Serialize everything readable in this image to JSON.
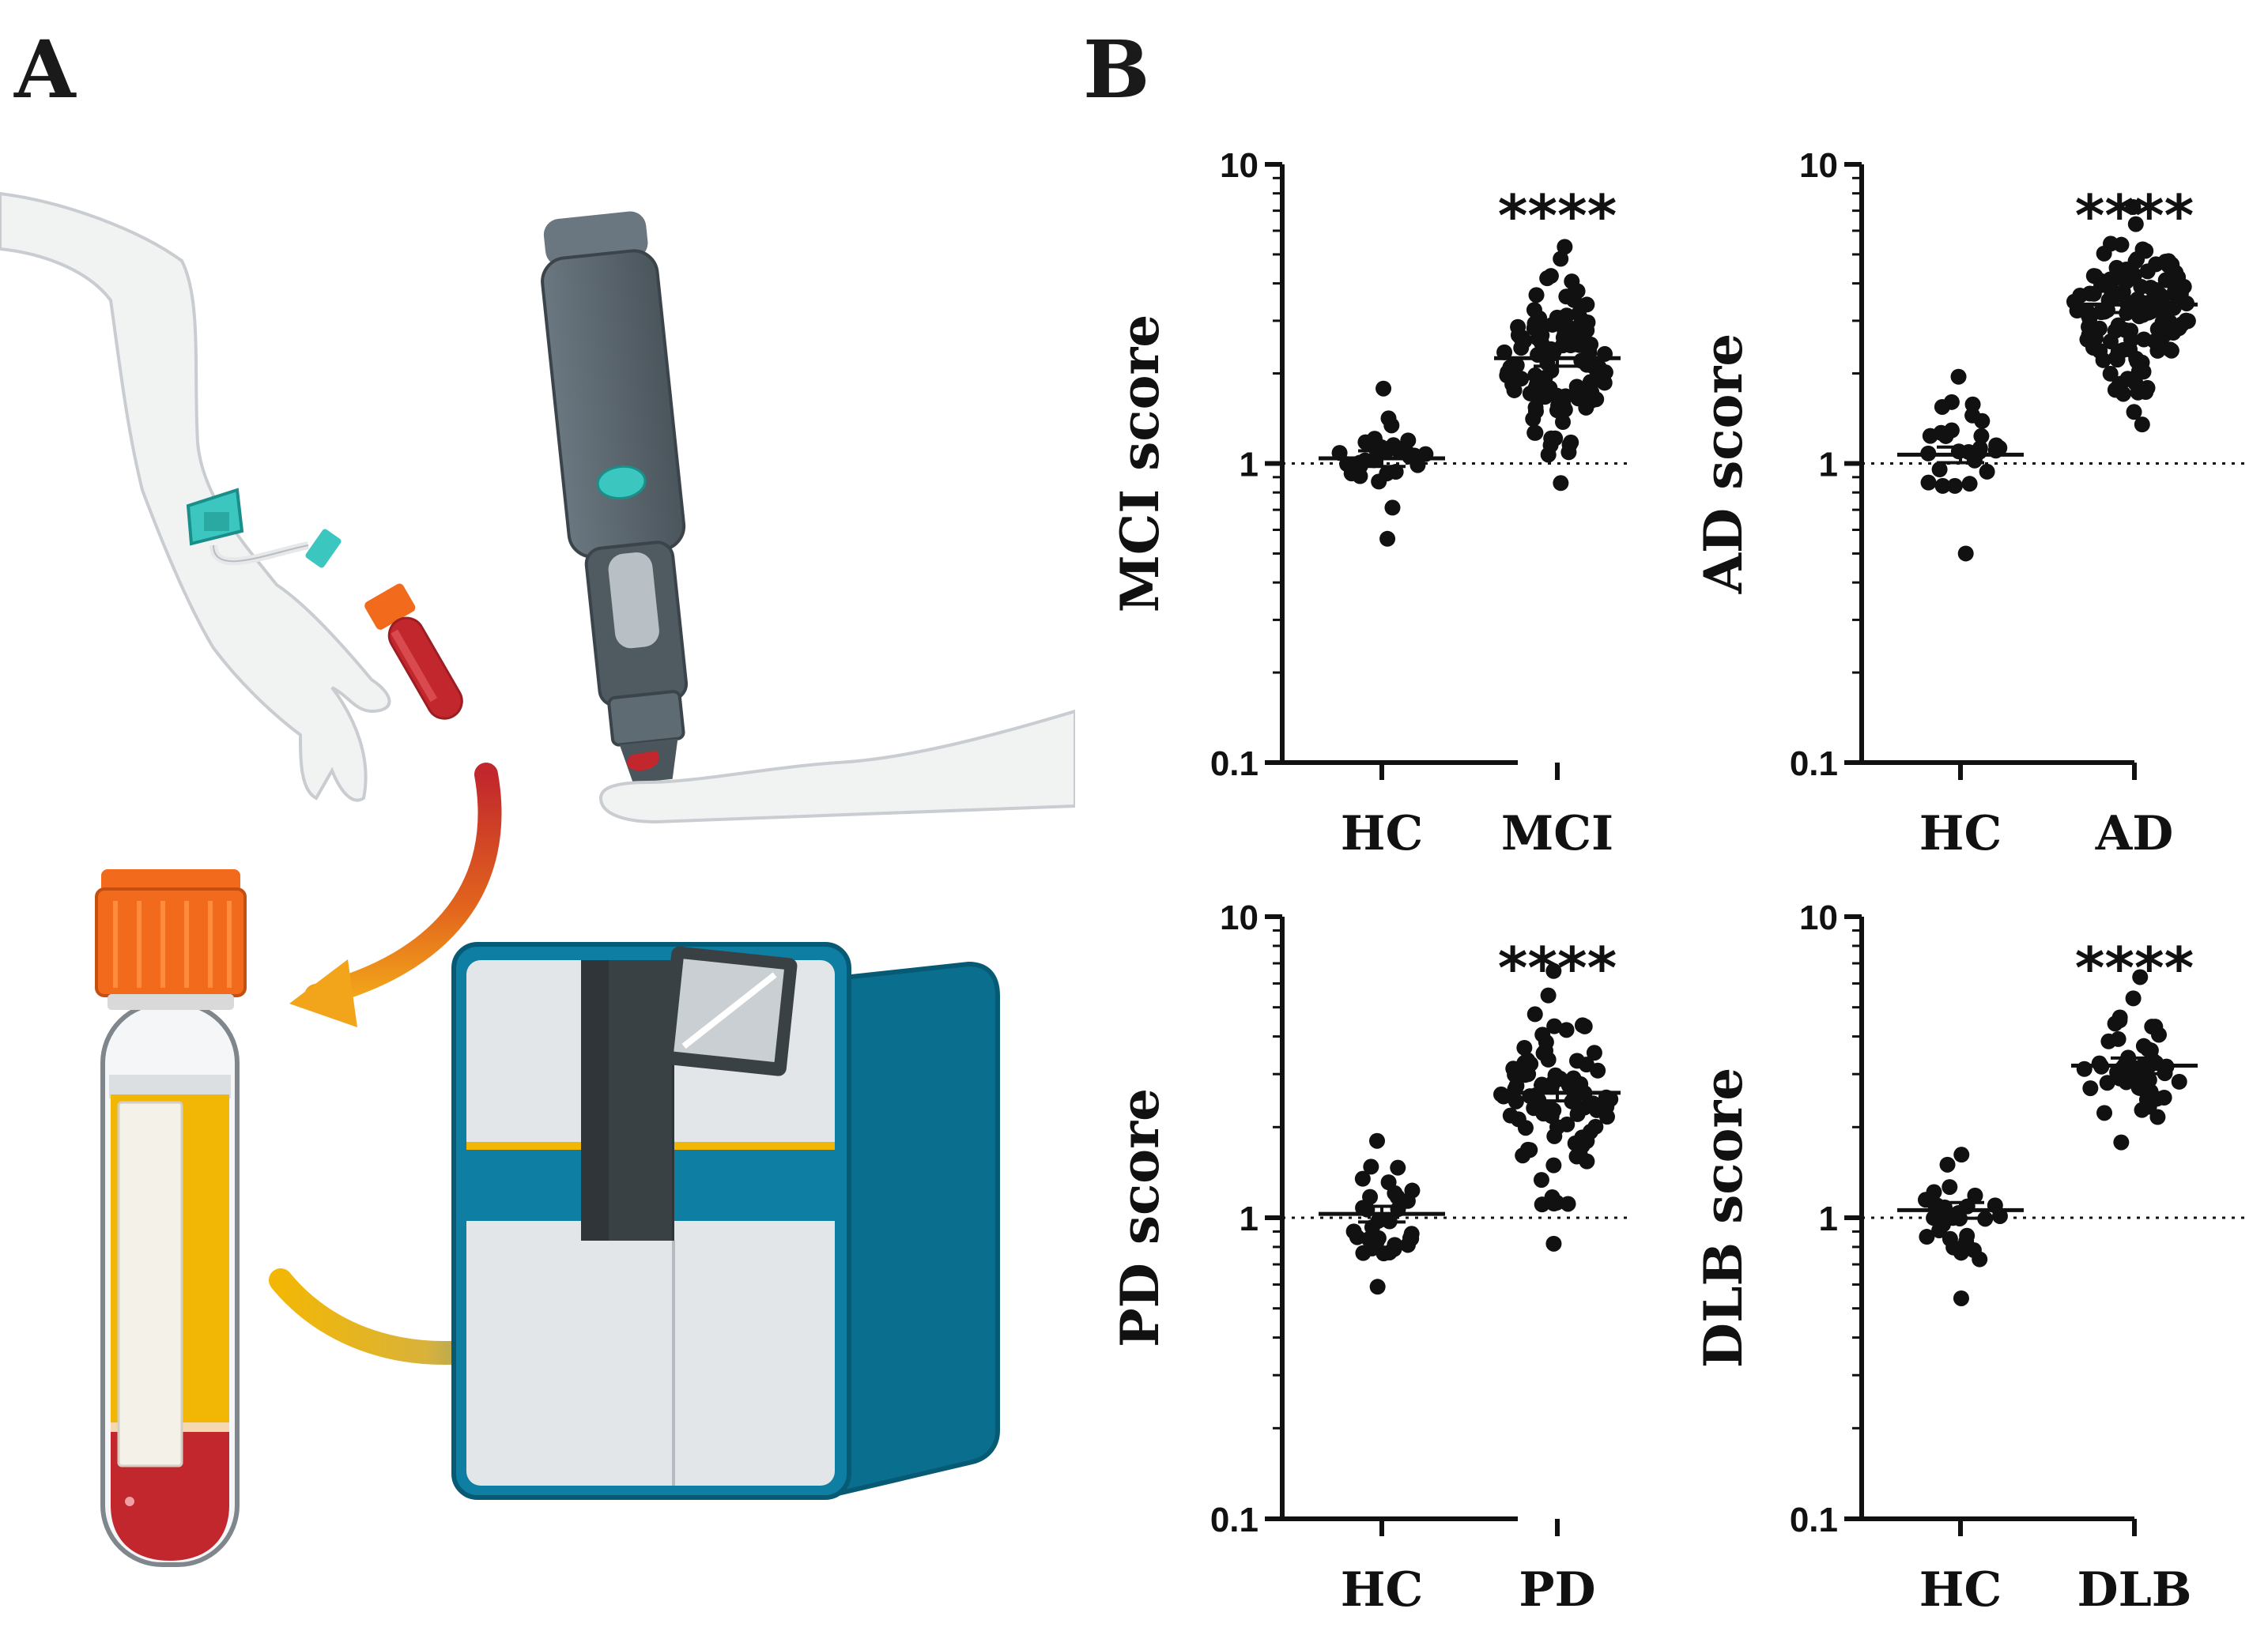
{
  "panels": {
    "a_label": "A",
    "b_label": "B"
  },
  "illustration": {
    "icons": [
      "arm-venipuncture-icon",
      "lancet-pen-icon",
      "finger-blood-drop-icon",
      "blood-tube-icon",
      "curved-arrow-icon",
      "analyzer-machine-icon"
    ]
  },
  "colors": {
    "skin": "#f1f2f2",
    "tube_cap": "#f26a1b",
    "plasma": "#f2b705",
    "blood": "#c1272d",
    "machine_blue": "#0e7fa3",
    "lancet": "#5e6c75",
    "accent_teal": "#3cc6c0",
    "dots": "#111111"
  },
  "chart_data": [
    {
      "type": "scatter",
      "categories": [
        "HC",
        "MCI"
      ],
      "ylabel": "MCI score",
      "yscale": "log",
      "ylim": [
        0.1,
        10
      ],
      "yticks": [
        "0.1",
        "1",
        "10"
      ],
      "reference_line": 1,
      "significance": "****",
      "groups": [
        {
          "name": "HC",
          "mean": 1.04,
          "n": 30,
          "median": 1.05,
          "min": 0.56,
          "max": 1.78,
          "spread": 0.55
        },
        {
          "name": "MCI",
          "mean": 2.25,
          "n": 120,
          "median": 2.2,
          "min": 0.86,
          "max": 5.3,
          "spread": 0.8
        }
      ]
    },
    {
      "type": "scatter",
      "categories": [
        "HC",
        "AD"
      ],
      "ylabel": "AD score",
      "yscale": "log",
      "ylim": [
        0.1,
        10
      ],
      "yticks": [
        "0.1",
        "1",
        "10"
      ],
      "reference_line": 1,
      "significance": "****",
      "groups": [
        {
          "name": "HC",
          "mean": 1.07,
          "n": 28,
          "median": 1.05,
          "min": 0.5,
          "max": 1.95,
          "spread": 0.55
        },
        {
          "name": "AD",
          "mean": 3.4,
          "n": 130,
          "median": 3.3,
          "min": 1.35,
          "max": 7.2,
          "spread": 0.95
        }
      ]
    },
    {
      "type": "scatter",
      "categories": [
        "HC",
        "PD"
      ],
      "ylabel": "PD score",
      "yscale": "log",
      "ylim": [
        0.1,
        10
      ],
      "yticks": [
        "0.1",
        "1",
        "10"
      ],
      "reference_line": 1,
      "significance": "****",
      "groups": [
        {
          "name": "HC",
          "mean": 1.03,
          "n": 32,
          "median": 1.02,
          "min": 0.59,
          "max": 1.8,
          "spread": 0.55
        },
        {
          "name": "PD",
          "mean": 2.6,
          "n": 90,
          "median": 2.5,
          "min": 0.82,
          "max": 6.6,
          "spread": 0.8
        }
      ]
    },
    {
      "type": "scatter",
      "categories": [
        "HC",
        "DLB"
      ],
      "ylabel": "DLB score",
      "yscale": "log",
      "ylim": [
        0.1,
        10
      ],
      "yticks": [
        "0.1",
        "1",
        "10"
      ],
      "reference_line": 1,
      "significance": "****",
      "groups": [
        {
          "name": "HC",
          "mean": 1.06,
          "n": 30,
          "median": 1.0,
          "min": 0.54,
          "max": 1.62,
          "spread": 0.55
        },
        {
          "name": "DLB",
          "mean": 3.2,
          "n": 50,
          "median": 3.0,
          "min": 1.78,
          "max": 6.3,
          "spread": 0.7
        }
      ]
    }
  ]
}
